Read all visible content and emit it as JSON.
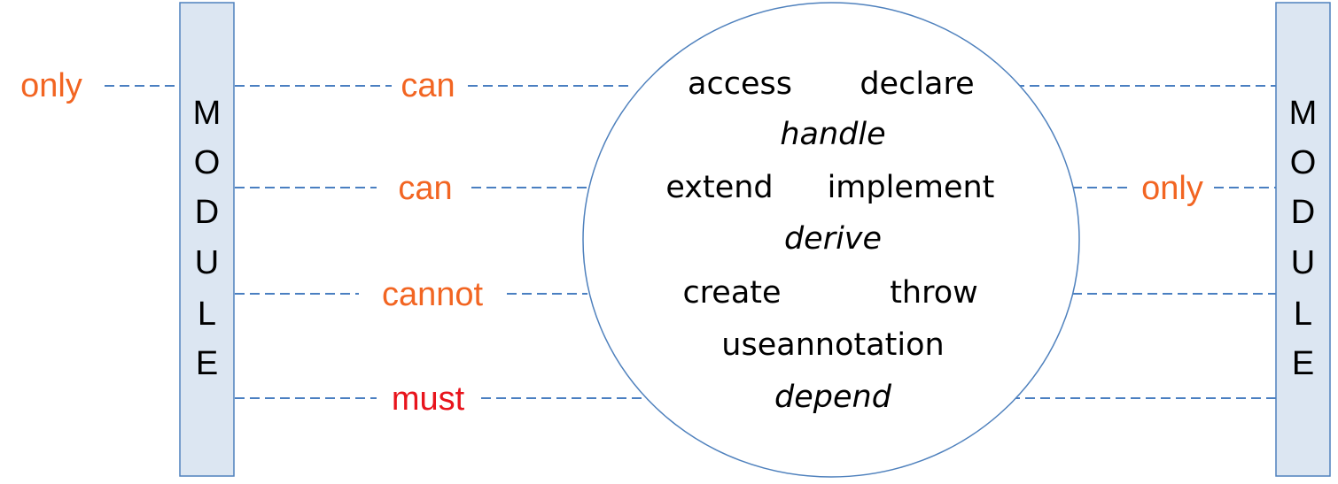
{
  "modules": {
    "left": {
      "letters": [
        "M",
        "O",
        "D",
        "U",
        "L",
        "E"
      ]
    },
    "right": {
      "letters": [
        "M",
        "O",
        "D",
        "U",
        "L",
        "E"
      ]
    }
  },
  "qualifiers": {
    "outer_left": "only",
    "row1": "can",
    "row2": "can",
    "row3": "cannot",
    "row4": "must",
    "right_row2": "only"
  },
  "relations": {
    "access": "access",
    "declare": "declare",
    "handle": "handle",
    "extend": "extend",
    "implement": "implement",
    "derive": "derive",
    "create": "create",
    "throw": "throw",
    "useannotation": "useannotation",
    "depend": "depend"
  },
  "colors": {
    "qualifier": "#f26522",
    "must": "#e8141c",
    "connector": "#4a7fc1",
    "module_fill": "#dce6f2",
    "module_border": "#4f81bd"
  }
}
